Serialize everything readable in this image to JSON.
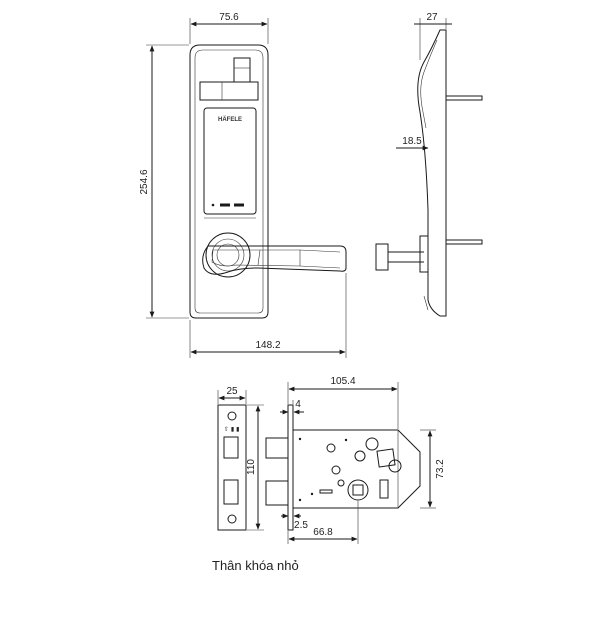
{
  "brand": "HÄFELE",
  "caption": "Thân khóa nhỏ",
  "dimensions": {
    "front_width": "75.6",
    "side_depth": "27",
    "height": "254.6",
    "handle_width": "148.2",
    "side_offset": "18.5",
    "faceplate_width": "25",
    "faceplate_height": "110",
    "body_width": "105.4",
    "faceplate_thickness": "4",
    "body_height": "73.2",
    "gap": "2.5",
    "backset": "66.8"
  }
}
